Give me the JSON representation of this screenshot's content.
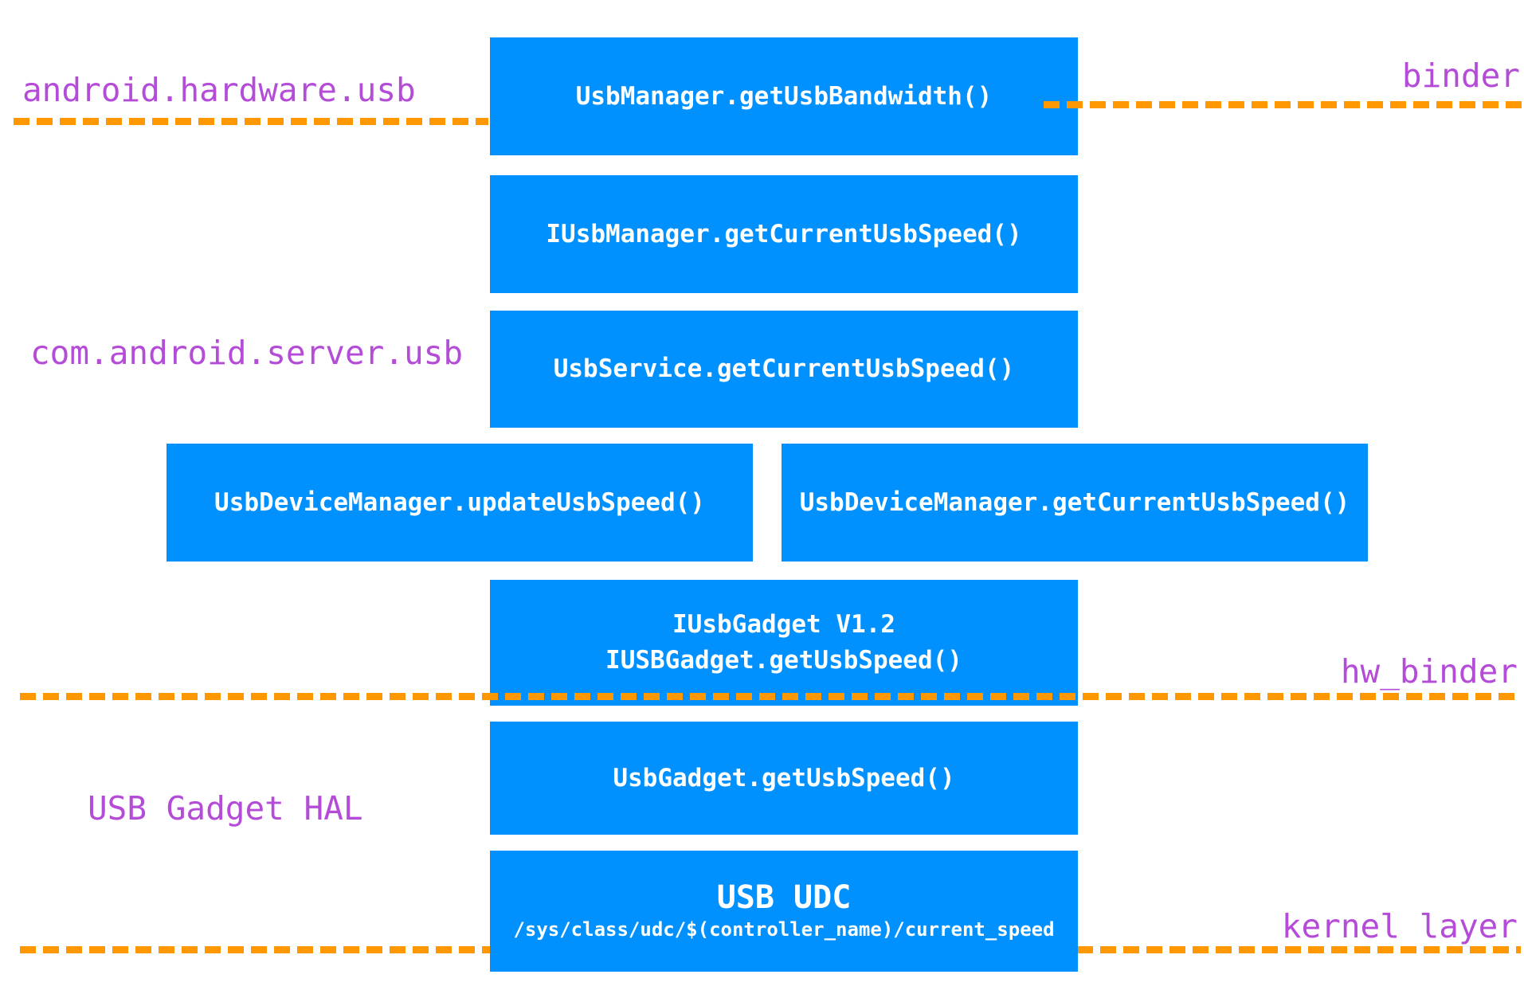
{
  "colors": {
    "box_fill": "#0091ff",
    "box_text": "#ffffff",
    "layer_label": "#b44cd8",
    "boundary_line": "#ff9800",
    "background": "#ffffff"
  },
  "layer_labels": {
    "android_hardware_usb": "android.hardware.usb",
    "binder": "binder",
    "com_android_server_usb": "com.android.server.usb",
    "hw_binder": "hw_binder",
    "usb_gadget_hal": "USB Gadget HAL",
    "kernel_layer": "kernel layer"
  },
  "boxes": {
    "usb_manager": "UsbManager.getUsbBandwidth()",
    "iusb_manager": "IUsbManager.getCurrentUsbSpeed()",
    "usb_service": "UsbService.getCurrentUsbSpeed()",
    "usb_device_manager_update": "UsbDeviceManager.updateUsbSpeed()",
    "usb_device_manager_get": "UsbDeviceManager.getCurrentUsbSpeed()",
    "iusb_gadget_line1": "IUsbGadget V1.2",
    "iusb_gadget_line2": "IUSBGadget.getUsbSpeed()",
    "usb_gadget": "UsbGadget.getUsbSpeed()",
    "usb_udc_line1": "USB UDC",
    "usb_udc_line2": "/sys/class/udc/$(controller_name)/current_speed"
  }
}
